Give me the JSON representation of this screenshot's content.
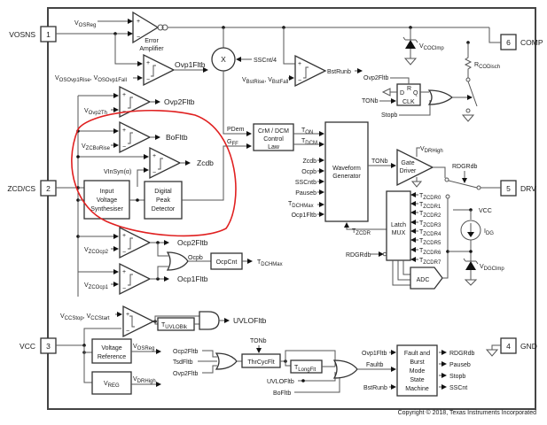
{
  "pins": [
    {
      "num": "1",
      "name": "VOSNS"
    },
    {
      "num": "2",
      "name": "ZCD/CS"
    },
    {
      "num": "3",
      "name": "VCC"
    },
    {
      "num": "4",
      "name": "GND"
    },
    {
      "num": "5",
      "name": "DRV"
    },
    {
      "num": "6",
      "name": "COMP"
    }
  ],
  "blocks": {
    "error_amp": [
      "Error",
      "Amplifier"
    ],
    "multiplier": "X",
    "crm_dcm": [
      "CrM / DCM",
      "Control",
      "Law"
    ],
    "waveform": [
      "Waveform",
      "Generator"
    ],
    "gate_driver": [
      "Gate",
      "Driver"
    ],
    "latch_mux": [
      "Latch",
      "MUX"
    ],
    "adc": "ADC",
    "input_synth": [
      "Input",
      "Voltage",
      "Synthesiser"
    ],
    "peak_detector": [
      "Digital",
      "Peak",
      "Detector"
    ],
    "ocpcnt": "OcpCnt",
    "voltage_ref": [
      "Voltage",
      "Reference"
    ],
    "vreg": {
      "main": "V",
      "sub": "REG"
    },
    "thrcycflt": "ThrCycFlt",
    "tlongflt": {
      "main": "T",
      "sub": "LongFlt"
    },
    "tuvloblk": {
      "main": "T",
      "sub": "UVLOBlk"
    },
    "fault_sm": [
      "Fault and",
      "Burst",
      "Mode",
      "State",
      "Machine"
    ],
    "flipflop": {
      "d": "D",
      "r": "R",
      "q": "Q",
      "clk": "CLK"
    }
  },
  "signals": {
    "vosreg": {
      "main": "V",
      "sub": "OSReg"
    },
    "vosovp": {
      "a": "V",
      "asub": "OSOvp1Rise",
      "b": ", V",
      "bsub": "OSOvp1Fall"
    },
    "ovp1fltb": "Ovp1Fltb",
    "vovp2th": {
      "main": "V",
      "sub": "Ovp2Th"
    },
    "ovp2fltb": "Ovp2Fltb",
    "vzcborise": {
      "main": "V",
      "sub": "ZCBoRise"
    },
    "bofltb": "BoFltb",
    "vinsyn": "VInSyn(α)",
    "zcdb": "Zcdb",
    "sscnt4": "SSCnt/4",
    "vbst": {
      "a": "V",
      "asub": "BstRise",
      "b": ", V",
      "bsub": "BstFall"
    },
    "bstrunb": "BstRunb",
    "vcoclmp": {
      "main": "V",
      "sub": "COClmp"
    },
    "rcodisch": {
      "main": "R",
      "sub": "CODisch"
    },
    "ovp2fltb_ff": "Ovp2Fltb",
    "tonb_ff": "TONb",
    "stopb_ff": "Stopb",
    "pdem": "PDem",
    "gff": {
      "main": "G",
      "sub": "FF"
    },
    "ton": {
      "main": "T",
      "sub": "ON"
    },
    "tdcm": {
      "main": "T",
      "sub": "DCM"
    },
    "wg_inputs": [
      "Zcdb",
      "Ocpb",
      "SSCntb",
      "Pauseb"
    ],
    "tdchmax_in": {
      "main": "T",
      "sub": "DCHMax"
    },
    "ocp1fltb_in": "Ocp1Fltb",
    "tonb": "TONb",
    "vdrhigh": {
      "main": "V",
      "sub": "DRHigh"
    },
    "rdgrdb": "RDGRdb",
    "tzcdr": {
      "main": "T",
      "sub": "ZCDR"
    },
    "tzcdr_list": [
      "ZCDR0",
      "ZCDR1",
      "ZCDR2",
      "ZCDR3",
      "ZCDR4",
      "ZCDR5",
      "ZCDR6",
      "ZCDR7"
    ],
    "vcc": "VCC",
    "idg": {
      "main": "I",
      "sub": "DG"
    },
    "vdgclmp": {
      "main": "V",
      "sub": "DGClmp"
    },
    "rdgrdb_mux": "RDGRdb",
    "vzcocp2": {
      "main": "V",
      "sub": "ZCOcp2"
    },
    "ocp2fltb": "Ocp2Fltb",
    "ocpb": "Ocpb",
    "tdchmax": {
      "main": "T",
      "sub": "DCHMax"
    },
    "vzcocp1": {
      "main": "V",
      "sub": "ZCOcp1"
    },
    "ocp1fltb": "Ocp1Fltb",
    "vccstop": {
      "a": "V",
      "asub": "CCStop",
      "b": ", V",
      "bsub": "CCStart"
    },
    "uvlofltb": "UVLOFltb",
    "vosreg_out": {
      "main": "V",
      "sub": "OSReg"
    },
    "vdrhigh_out": {
      "main": "V",
      "sub": "DRHigh"
    },
    "fault_or_in": [
      "Ocp2Fltb",
      "TsdFltb",
      "Ovp2Fltb"
    ],
    "tonb_top": "TONb",
    "uvlofltb_in": "UVLOFltb",
    "bofltb_in": "BoFltb",
    "faultb": "Faultb",
    "ovp1fltb_sm": "Ovp1Fltb",
    "bstrunb_sm": "BstRunb",
    "sm_outputs": [
      "RDGRdb",
      "Pauseb",
      "Stopb",
      "SSCnt"
    ]
  },
  "copyright": "Copyright © 2018, Texas Instruments Incorporated"
}
